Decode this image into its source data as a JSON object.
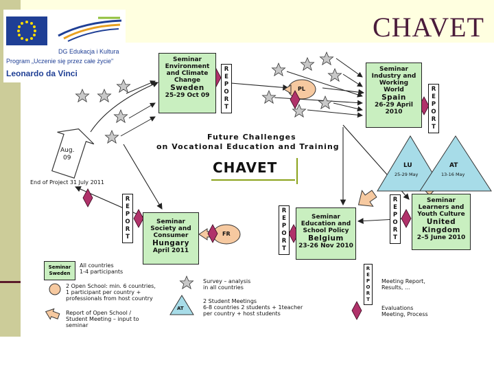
{
  "header": {
    "title": "CHAVET",
    "logo_line1": "DG Edukacja i Kultura",
    "logo_line2": "Program „Uczenie się przez całe życie\"",
    "logo_line3": "Leonardo da Vinci"
  },
  "seminars": {
    "sweden": {
      "l1": "Seminar",
      "l2": "Environment",
      "l3": "and Climate",
      "l4": "Change",
      "country": "Sweden",
      "date": "25-29 Oct 09"
    },
    "spain": {
      "l1": "Seminar",
      "l2": "Industry and",
      "l3": "Working",
      "l4": "World",
      "country": "Spain",
      "date1": "26-29 April",
      "date2": "2010"
    },
    "hungary": {
      "l1": "Seminar",
      "l2": "Society and",
      "l3": "Consumer",
      "country": "Hungary",
      "date": "April 2011"
    },
    "belgium": {
      "l1": "Seminar",
      "l2": "Education and",
      "l3": "School Policy",
      "country": "Belgium",
      "date": "23-26 Nov 2010"
    },
    "uk": {
      "l1": "Seminar",
      "l2": "Learners and",
      "l3": "Youth Culture",
      "country1": "United",
      "country2": "Kingdom",
      "date": "2–5 June 2010"
    }
  },
  "report_letters": [
    "R",
    "E",
    "P",
    "O",
    "R",
    "T"
  ],
  "open_schools": {
    "pl": "PL",
    "fr": "FR"
  },
  "student_meetings": {
    "lu": {
      "code": "LU",
      "date": "25-29 May"
    },
    "at": {
      "code": "AT",
      "date": "13-16 May"
    }
  },
  "start_arrow": {
    "line1": "Aug.",
    "line2": "09"
  },
  "end_label": "End of Project 31 July 2011",
  "center": {
    "line1": "Future Challenges",
    "line2": "on Vocational Education and Training",
    "logo_text": "CHAVET"
  },
  "legend": {
    "box_l1": "Seminar",
    "box_l2": "Sweden",
    "all_countries": "All countries",
    "participants": "1-4 participants",
    "open_school_1": "2 Open School: min. 6 countries,",
    "open_school_2": "1 participant per country +",
    "open_school_3": "professionals from host country",
    "survey_1": "Survey – analysis",
    "survey_2": "in all countries",
    "report_os_1": "Report of Open School /",
    "report_os_2": "Student Meeting – input to",
    "report_os_3": "seminar",
    "student_at": "AT",
    "student_1": "2 Student Meetings",
    "student_2": "6-8 countries 2 students + 1teacher",
    "student_3": "per country + host students",
    "meeting_report_1": "Meeting Report,",
    "meeting_report_2": "Results, ...",
    "eval_1": "Evaluations",
    "eval_2": "Meeting, Process"
  },
  "colors": {
    "seminar_fill": "#c9efc0",
    "student_fill": "#a7dce8",
    "open_school_fill": "#f6c9a0",
    "evaluation_diamond": "#b0326a",
    "star_fill": "#c8c8c8",
    "title_color": "#4a1b3a",
    "sidebar": "#cccc99"
  }
}
